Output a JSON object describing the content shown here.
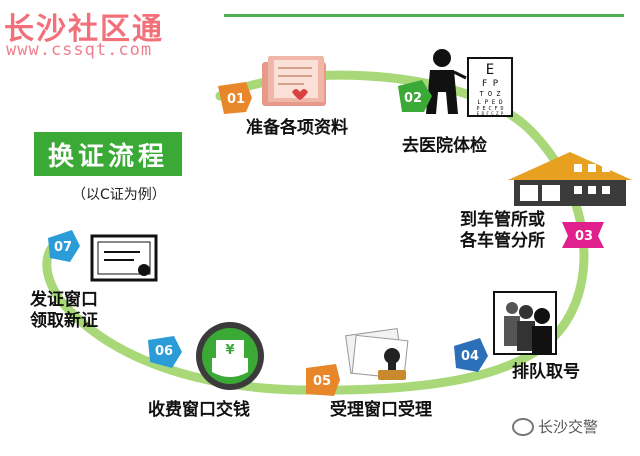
{
  "watermark": {
    "title": "长沙社区通",
    "url": "www.cssqt.com"
  },
  "title": "换证流程",
  "subtitle": "（以C证为例）",
  "steps": [
    {
      "num": "01",
      "label": "准备各项资料",
      "color": "#e8862a"
    },
    {
      "num": "02",
      "label": "去医院体检",
      "color": "#3aa935"
    },
    {
      "num": "03",
      "label_line1": "到车管所或",
      "label_line2": "各车管分所",
      "color": "#e0208c"
    },
    {
      "num": "04",
      "label": "排队取号",
      "color": "#2b6fb8"
    },
    {
      "num": "05",
      "label": "受理窗口受理",
      "color": "#e8862a"
    },
    {
      "num": "06",
      "label": "收费窗口交钱",
      "color": "#2b9cd8"
    },
    {
      "num": "07",
      "label_line1": "发证窗口",
      "label_line2": "领取新证",
      "color": "#2b9cd8"
    }
  ],
  "eye_chart": {
    "rows": [
      "E",
      "F P",
      "T O Z",
      "L P E D",
      "P E C F D",
      "E D F C Z P"
    ]
  },
  "money_glyph": "¥",
  "footer": {
    "brand": "长沙交警"
  },
  "colors": {
    "path": "#a8d878",
    "accent_green": "#3aa935",
    "building": "#3b3b3b"
  }
}
